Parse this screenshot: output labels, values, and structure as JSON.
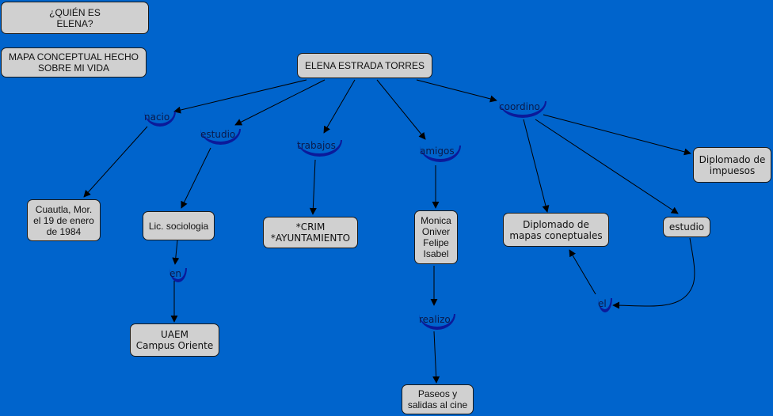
{
  "diagram": {
    "title": "¿QUIÉN ES\nELENA?",
    "subtitle": "MAPA CONCEPTUAL HECHO\nSOBRE  MI VIDA",
    "colors": {
      "background": "#0064CC",
      "node_fill": "#D0D0D0",
      "link_shadow": "#0B1A9A",
      "line": "#000000"
    },
    "concepts": {
      "root": "ELENA ESTRADA TORRES",
      "birth": "Cuautla, Mor.\nel 19 de enero\nde 1984",
      "degree": "Lic. sociologia",
      "university": "UAEM\nCampus Oriente",
      "jobs": "*CRIM\n*AYUNTAMIENTO",
      "friends": "Monica\nOniver\nFelipe\nIsabel",
      "outings": "Paseos y\nsalidas al cine",
      "dipl_maps": "Diplomado de\nmapas coneptuales",
      "study2": "estudio",
      "dipl_tax": "Diplomado de\nimpuesos"
    },
    "links": {
      "nacio": "nacio",
      "estudio": "estudio",
      "trabajos": "trabajos",
      "amigos": "amigos",
      "coordino": "coordino",
      "en": "en",
      "realizo": "realizo",
      "el": "el"
    }
  }
}
